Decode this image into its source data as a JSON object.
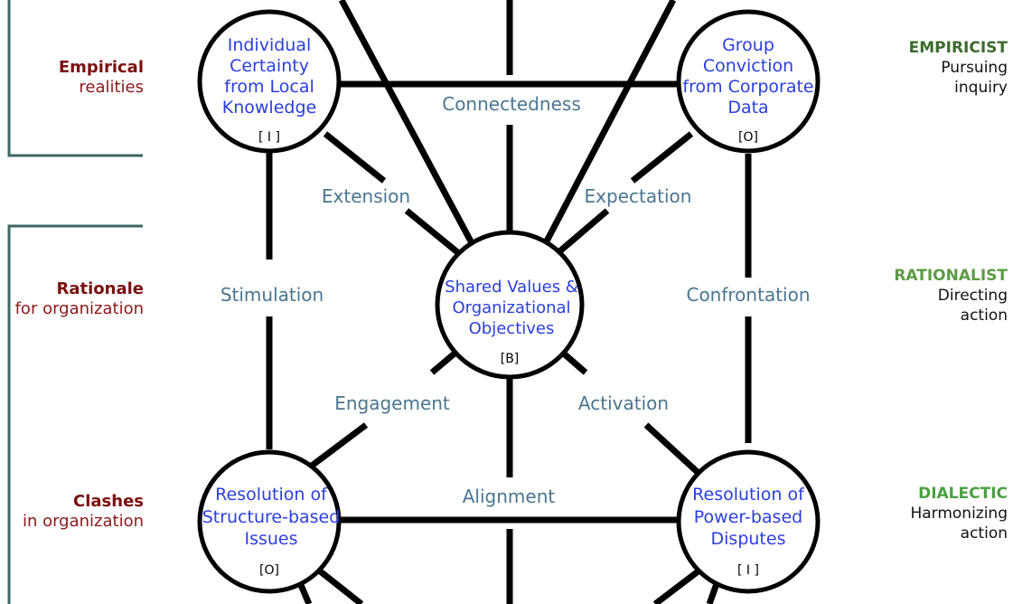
{
  "left_labels": [
    {
      "title": "Empirical",
      "subtitle": "realities"
    },
    {
      "title": "Rationale",
      "subtitle": "for organization"
    },
    {
      "title": "Clashes",
      "subtitle": "in organization"
    }
  ],
  "right_labels": [
    {
      "title": "EMPIRICIST",
      "line1": "Pursuing",
      "line2": "inquiry"
    },
    {
      "title": "RATIONALIST",
      "line1": "Directing",
      "line2": "action"
    },
    {
      "title": "DIALECTIC",
      "line1": "Harmonizing",
      "line2": "action"
    }
  ],
  "nodes": {
    "top_left": {
      "lines": [
        "Individual",
        "Certainty",
        "from Local",
        "Knowledge"
      ],
      "tag": "[ I ]"
    },
    "top_right": {
      "lines": [
        "Group",
        "Conviction",
        "from Corporate",
        "Data"
      ],
      "tag": "[O]"
    },
    "center": {
      "lines": [
        "Shared Values &",
        "Organizational",
        "Objectives"
      ],
      "tag": "[B]"
    },
    "bottom_left": {
      "lines": [
        "Resolution of",
        "Structure-based",
        "Issues"
      ],
      "tag": "[O]"
    },
    "bottom_right": {
      "lines": [
        "Resolution of",
        "Power-based",
        "Disputes"
      ],
      "tag": "[ I ]"
    }
  },
  "edge_labels": {
    "connectedness": "Connectedness",
    "extension": "Extension",
    "expectation": "Expectation",
    "stimulation": "Stimulation",
    "confrontation": "Confrontation",
    "engagement": "Engagement",
    "activation": "Activation",
    "alignment": "Alignment"
  },
  "colors": {
    "node_text": "#2a3fe0",
    "edge_label": "#4a7590",
    "line": "#000000",
    "bracket": "#3d6663"
  }
}
